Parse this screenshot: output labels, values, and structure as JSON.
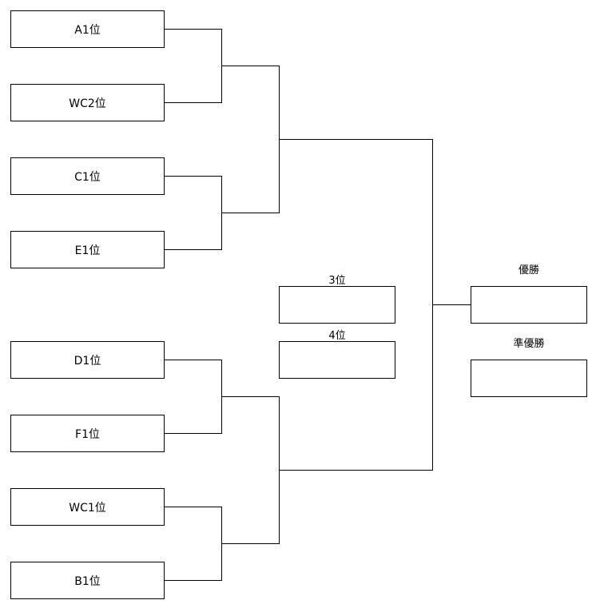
{
  "teams": [
    "A1位",
    "WC2位",
    "C1位",
    "E1位",
    "D1位",
    "F1位",
    "WC1位",
    "B1位"
  ],
  "placings": {
    "third": "3位",
    "fourth": "4位",
    "champion": "優勝",
    "runner_up": "準優勝"
  }
}
